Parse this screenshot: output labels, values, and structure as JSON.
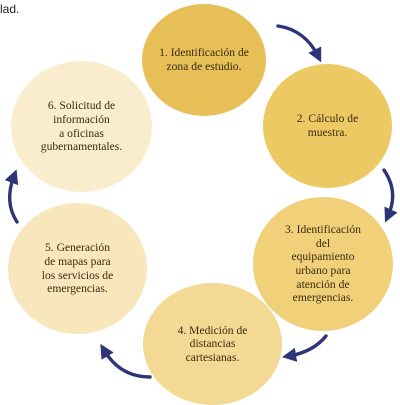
{
  "fragment": "lad.",
  "colors": {
    "arrow": "#2d3477",
    "step1": "#e7bf57",
    "step2": "#edc964",
    "step3": "#f0d17a",
    "step4": "#f3d994",
    "step5": "#f8e7bd",
    "step6": "#faedcd"
  },
  "steps": [
    {
      "label": "1. Identificación de\nzona de estudio."
    },
    {
      "label": "2. Cálculo de\nmuestra."
    },
    {
      "label": "3. Identificación\ndel\nequipamiento\nurbano para\natención de\nemergencias."
    },
    {
      "label": "4. Medición de\ndistancias\ncartesianas."
    },
    {
      "label": "5. Generación\nde mapas para\nlos servicios de\nemergencias."
    },
    {
      "label": "6. Solicitud de\ninformación\na oficinas\ngubernamentales."
    }
  ]
}
